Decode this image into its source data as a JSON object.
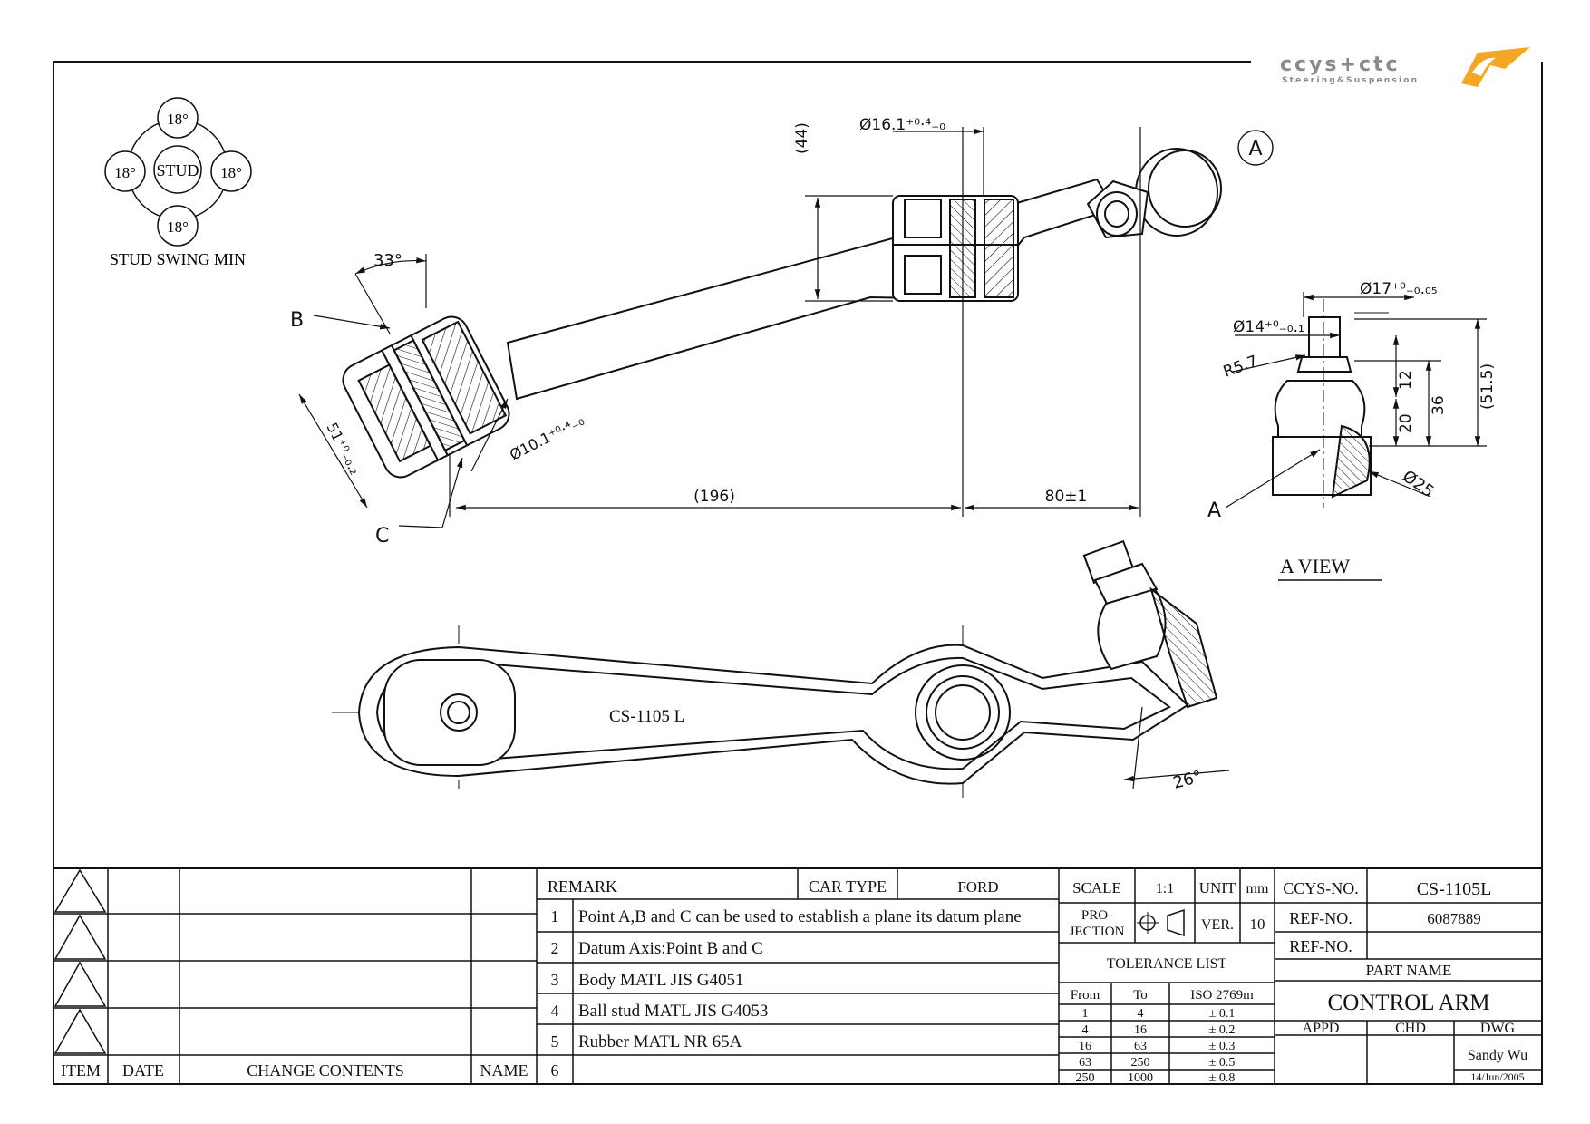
{
  "logo": {
    "brand": "ccys+ctc",
    "tagline": "Steering&Suspension",
    "colors": {
      "text": "#8a8a8a",
      "accent": "#f5a623"
    }
  },
  "stud_swing": {
    "center": "STUD",
    "angles": [
      "18°",
      "18°",
      "18°",
      "18°"
    ],
    "caption": "STUD SWING MIN"
  },
  "dimensions": {
    "d16": "Ø16.1⁺⁰·⁴₋₀",
    "h44": "(44)",
    "angle33": "33°",
    "d101": "Ø10.1⁺⁰·⁴₋₀",
    "w51": "51⁺⁰₋₀.₂",
    "len196": "(196)",
    "len80": "80±1",
    "d17": "Ø17⁺⁰₋₀.₀₅",
    "d14": "Ø14⁺⁰₋₀.₁",
    "r57": "R5.7",
    "h12": "12",
    "h20": "20",
    "h36": "36",
    "h515": "(51.5)",
    "d25": "Ø25",
    "angle26": "26°",
    "part_label": "CS-1105 L"
  },
  "points": {
    "a": "A",
    "b": "B",
    "c": "C",
    "a_circle": "A"
  },
  "view_label": "A VIEW",
  "revision_table": {
    "headers": [
      "ITEM",
      "DATE",
      "CHANGE CONTENTS",
      "NAME"
    ]
  },
  "remarks": {
    "title": "REMARK",
    "car_type_label": "CAR TYPE",
    "car_type": "FORD",
    "items": [
      {
        "n": "1",
        "text": "Point A,B and C can be used to establish a plane its datum plane"
      },
      {
        "n": "2",
        "text": "Datum Axis:Point B and C"
      },
      {
        "n": "3",
        "text": "Body MATL JIS G4051"
      },
      {
        "n": "4",
        "text": "Ball stud MATL JIS G4053"
      },
      {
        "n": "5",
        "text": "Rubber MATL NR 65A"
      },
      {
        "n": "6",
        "text": ""
      }
    ]
  },
  "title_block": {
    "scale_label": "SCALE",
    "scale": "1:1",
    "unit_label": "UNIT",
    "unit": "mm",
    "projection_label_1": "PRO-",
    "projection_label_2": "JECTION",
    "ver_label": "VER.",
    "ver": "10",
    "tolerance_title": "TOLERANCE LIST",
    "tolerance_headers": [
      "From",
      "To",
      "ISO 2769m"
    ],
    "tolerance_rows": [
      [
        "1",
        "4",
        "± 0.1"
      ],
      [
        "4",
        "16",
        "± 0.2"
      ],
      [
        "16",
        "63",
        "± 0.3"
      ],
      [
        "63",
        "250",
        "± 0.5"
      ],
      [
        "250",
        "1000",
        "± 0.8"
      ]
    ],
    "ccys_no_label": "CCYS-NO.",
    "ccys_no": "CS-1105L",
    "ref_no_label": "REF-NO.",
    "ref_no": "6087889",
    "ref_no_label_2": "REF-NO.",
    "ref_no_2": "",
    "part_name_label": "PART NAME",
    "part_name": "CONTROL ARM",
    "appd_label": "APPD",
    "chd_label": "CHD",
    "dwg_label": "DWG",
    "dwg_name": "Sandy Wu",
    "dwg_date": "14/Jun/2005"
  }
}
